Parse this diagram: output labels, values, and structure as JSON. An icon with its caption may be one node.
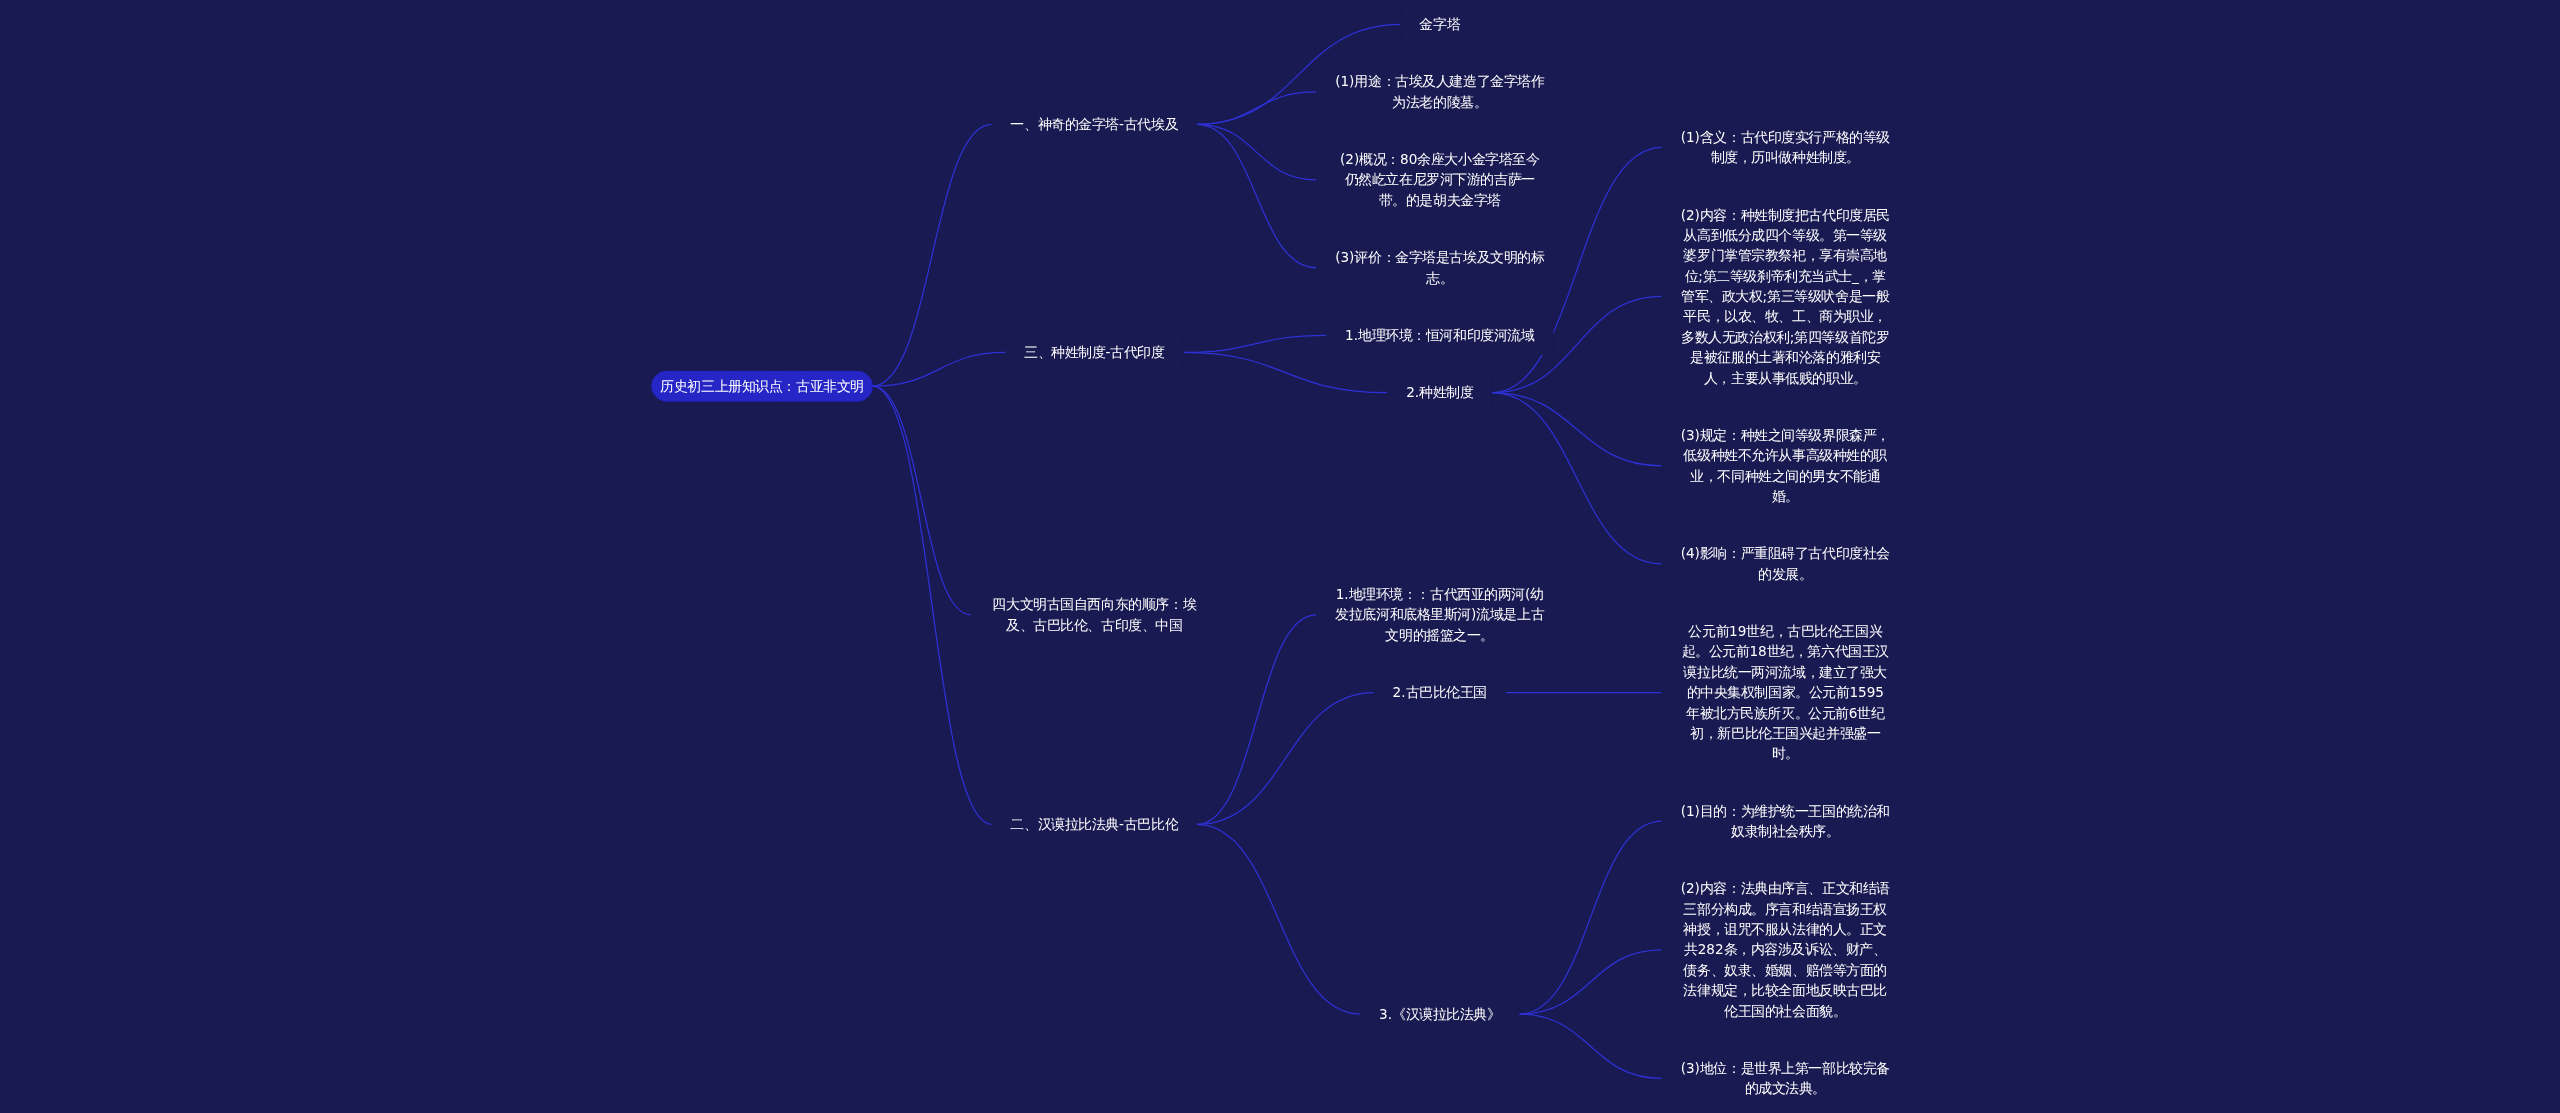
{
  "diagram": {
    "nodes": [
      {
        "text": [
          "历史初三上册知识点：古亚非文明"
        ]
      },
      {
        "text": [
          "一、神奇的金字塔-古代埃及"
        ]
      },
      {
        "text": [
          "金字塔"
        ]
      },
      {
        "text": [
          "(1)用途：古埃及人建造了金字塔作为法老的陵墓。"
        ]
      },
      {
        "text": [
          "(2)概况：80余座大小金字塔至今仍然屹立在尼罗河下游的吉萨一带。的是胡夫金字塔"
        ]
      },
      {
        "text": [
          "(3)评价：金字塔是古埃及文明的标志。"
        ]
      },
      {
        "text": [
          "三、种姓制度-古代印度"
        ]
      },
      {
        "text": [
          "1.地理环境：恒河和印度河流域"
        ]
      },
      {
        "text": [
          "2.种姓制度"
        ]
      },
      {
        "text": [
          "(1)含义：古代印度实行严格的等级制度，历叫做种姓制度。"
        ]
      },
      {
        "text": [
          "(2)内容：种姓制度把古代印度居民从高到低分成四个等级。第一等级婆罗门掌管宗教祭祀，享有崇高地位;第二等级刹帝利充当武士_，掌管军、政大权;第三等级吠舍是一般平民，以农、牧、工、商为职业，多数人无政治权利;第四等级首陀罗是被征服的土著和沦落的雅利安人，主要从事低贱的职业。"
        ]
      },
      {
        "text": [
          "(3)规定：种姓之间等级界限森严，低级种姓不允许从事高级种姓的职业，不同种姓之间的男女不能通婚。"
        ]
      },
      {
        "text": [
          "(4)影响：严重阻碍了古代印度社会的发展。"
        ]
      },
      {
        "text": [
          "四大文明古国自西向东的顺序：埃及、古巴比伦、古印度、中国"
        ]
      },
      {
        "text": [
          "二、汉谟拉比法典-古巴比伦"
        ]
      },
      {
        "text": [
          "1.地理环境：：古代西亚的两河(幼发拉底河和底格里斯河)流域是上古文明的摇篮之一。"
        ]
      },
      {
        "text": [
          "2.古巴比伦王国"
        ]
      },
      {
        "text": [
          "公元前19世纪，古巴比伦王国兴起。公元前18世纪，第六代国王汉谟拉比统一两河流域，建立了强大的中央集权制国家。公元前1595年被北方民族所灭。公元前6世纪初，新巴比伦王国兴起并强盛一时。"
        ]
      },
      {
        "text": [
          "3.《汉谟拉比法典》"
        ]
      },
      {
        "text": [
          "(1)目的：为维护统一王国的统治和奴隶制社会秩序。"
        ]
      },
      {
        "text": [
          "(2)内容：法典由序言、正文和结语三部分构成。序言和结语宣扬王权神授，诅咒不服从法律的人。正文共282条，内容涉及诉讼、财产、债务、奴隶、婚姻、赔偿等方面的法律规定，比较全面地反映古巴比伦王国的社会面貌。"
        ]
      },
      {
        "text": [
          "(3)地位：是世界上第一部比较完备的成文法典。"
        ]
      }
    ],
    "edges": [
      {
        "from": 0,
        "to": 1,
        "arrow": "none"
      },
      {
        "from": 1,
        "to": 2,
        "arrow": "none"
      },
      {
        "from": 1,
        "to": 3,
        "arrow": "none"
      },
      {
        "from": 1,
        "to": 4,
        "arrow": "none"
      },
      {
        "from": 1,
        "to": 5,
        "arrow": "none"
      },
      {
        "from": 0,
        "to": 6,
        "arrow": "none"
      },
      {
        "from": 6,
        "to": 7,
        "arrow": "none"
      },
      {
        "from": 6,
        "to": 8,
        "arrow": "none"
      },
      {
        "from": 8,
        "to": 9,
        "arrow": "none"
      },
      {
        "from": 8,
        "to": 10,
        "arrow": "none"
      },
      {
        "from": 8,
        "to": 11,
        "arrow": "none"
      },
      {
        "from": 8,
        "to": 12,
        "arrow": "none"
      },
      {
        "from": 0,
        "to": 13,
        "arrow": "none"
      },
      {
        "from": 0,
        "to": 14,
        "arrow": "none"
      },
      {
        "from": 14,
        "to": 15,
        "arrow": "none"
      },
      {
        "from": 14,
        "to": 16,
        "arrow": "none"
      },
      {
        "from": 16,
        "to": 17,
        "arrow": "none"
      },
      {
        "from": 14,
        "to": 18,
        "arrow": "none"
      },
      {
        "from": 18,
        "to": 19,
        "arrow": "none"
      },
      {
        "from": 18,
        "to": 20,
        "arrow": "none"
      },
      {
        "from": 18,
        "to": 21,
        "arrow": "none"
      }
    ]
  }
}
